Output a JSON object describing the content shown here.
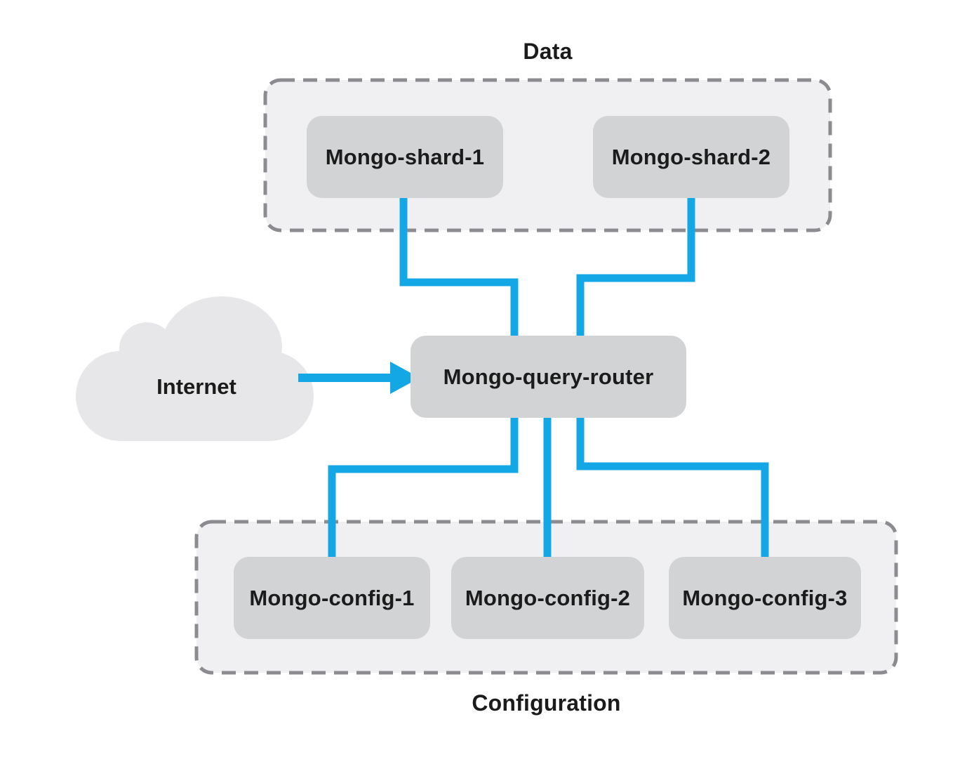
{
  "diagram": {
    "type": "architecture-diagram",
    "subject": "MongoDB sharded cluster"
  },
  "groups": {
    "data": {
      "label": "Data",
      "members": [
        "shard1",
        "shard2"
      ]
    },
    "configuration": {
      "label": "Configuration",
      "members": [
        "config1",
        "config2",
        "config3"
      ]
    }
  },
  "nodes": {
    "shard1": {
      "label": "Mongo-shard-1"
    },
    "shard2": {
      "label": "Mongo-shard-2"
    },
    "router": {
      "label": "Mongo-query-router"
    },
    "config1": {
      "label": "Mongo-config-1"
    },
    "config2": {
      "label": "Mongo-config-2"
    },
    "config3": {
      "label": "Mongo-config-3"
    }
  },
  "cloud": {
    "label": "Internet"
  },
  "edges": [
    {
      "from": "Mongo-shard-1",
      "to": "Mongo-query-router",
      "style": "elbow",
      "arrow": false
    },
    {
      "from": "Mongo-shard-2",
      "to": "Mongo-query-router",
      "style": "elbow",
      "arrow": false
    },
    {
      "from": "Internet",
      "to": "Mongo-query-router",
      "style": "straight",
      "arrow": true
    },
    {
      "from": "Mongo-query-router",
      "to": "Mongo-config-1",
      "style": "elbow",
      "arrow": false
    },
    {
      "from": "Mongo-query-router",
      "to": "Mongo-config-2",
      "style": "straight",
      "arrow": false
    },
    {
      "from": "Mongo-query-router",
      "to": "Mongo-config-3",
      "style": "elbow",
      "arrow": false
    }
  ],
  "colors": {
    "connector": "#14A7E6",
    "node_fill": "#D2D3D5",
    "group_fill": "#F0F0F3",
    "group_border": "#8B8B90",
    "cloud_fill": "#E7E7E9",
    "text": "#1B1B1B",
    "background": "#FFFFFF"
  }
}
